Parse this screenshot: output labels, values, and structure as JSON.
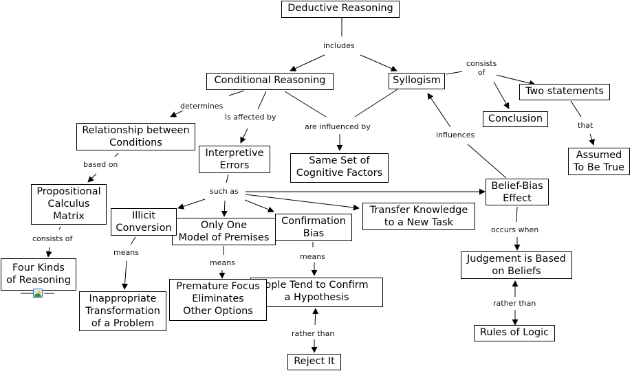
{
  "concept_map": {
    "nodes": {
      "deductive_reasoning": "Deductive Reasoning",
      "conditional_reasoning": "Conditional Reasoning",
      "syllogism": "Syllogism",
      "two_statements": "Two statements",
      "conclusion": "Conclusion",
      "assumed_true": "Assumed\nTo Be True",
      "relationship_conditions": "Relationship between\nConditions",
      "interpretive_errors": "Interpretive\nErrors",
      "same_set_factors": "Same Set of\nCognitive Factors",
      "belief_bias": "Belief-Bias\nEffect",
      "propositional_matrix": "Propositional\nCalculus\nMatrix",
      "illicit_conversion": "Illicit\nConversion",
      "only_one_model": "Only One\nModel of Premises",
      "confirmation_bias": "Confirmation\nBias",
      "transfer_knowledge": "Transfer Knowledge\nto a New Task",
      "four_kinds": "Four Kinds\nof Reasoning",
      "inappropriate_transformation": "Inappropriate\nTransformation\nof a Problem",
      "premature_focus": "Premature Focus\nEliminates\nOther Options",
      "people_tend": "ople Tend to Confirm\na Hypothesis",
      "reject_it": "Reject It",
      "judgement_beliefs": "Judgement is Based\non Beliefs",
      "rules_logic": "Rules of Logic"
    },
    "links": {
      "includes": "includes",
      "consists_of_syllogism": "consists\nof",
      "that": "that",
      "determines": "determines",
      "is_affected_by": "is affected by",
      "are_influenced_by": "are influenced by",
      "influences": "influences",
      "based_on": "based on",
      "such_as": "such as",
      "consists_of_matrix": "consists of",
      "means_illicit": "means",
      "means_only_one": "means",
      "means_confirmation": "means",
      "occurs_when": "occurs when",
      "rather_than_hypothesis": "rather than",
      "rather_than_beliefs": "rather than"
    },
    "resource_icons": {
      "four_kinds": "image-icon"
    }
  }
}
